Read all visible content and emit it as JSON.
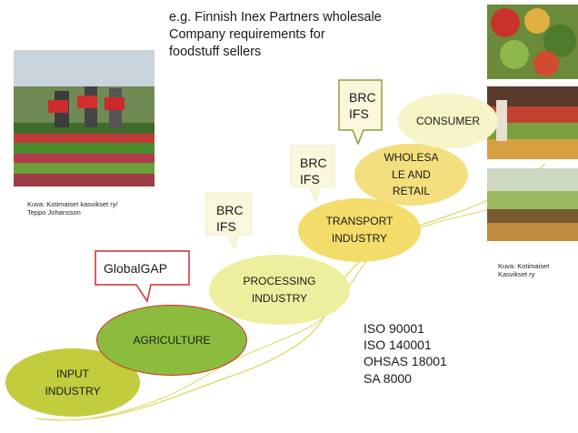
{
  "header": {
    "note": "e.g. Finnish Inex Partners wholesale\nCompany requirements for\nfoodstuff sellers"
  },
  "captions": {
    "left_photo": "Kuva: Kotimaiset kasvikset ry/\nTeppo Johansson",
    "right_photos": "Kuva: Kotimaiset\nKasvikset ry"
  },
  "chain": [
    {
      "id": "input",
      "label": "INPUT\nINDUSTRY",
      "fill": "#c2cc3c"
    },
    {
      "id": "agriculture",
      "label": "AGRICULTURE",
      "fill": "#8cbc3e",
      "border": "#d12a2a"
    },
    {
      "id": "processing",
      "label": "PROCESSING\nINDUSTRY",
      "fill": "#eeef9e"
    },
    {
      "id": "transport",
      "label": "TRANSPORT\nINDUSTRY",
      "fill": "#f3dc6a"
    },
    {
      "id": "wholesale",
      "label": "WHOLESA\nLE AND\nRETAIL",
      "fill": "#f3df7e"
    },
    {
      "id": "consumer",
      "label": "CONSUMER",
      "fill": "#f6f3c6"
    }
  ],
  "standards": {
    "globalgap": "GlobalGAP",
    "brc_processing": "BRC\nIFS",
    "brc_transport": "BRC\nIFS",
    "brc_consumer": "BRC\nIFS",
    "iso_list": "ISO 90001\nISO 140001\nOHSAS 18001\nSA 8000"
  },
  "colors": {
    "curve": "#d9d85a",
    "globalgap_border": "#d12a2a",
    "brc_border": "#7a8a1a",
    "brc_fill": "#fbf7dc"
  },
  "images": [
    {
      "name": "farm-field-photo",
      "subject": "workers carrying crates across lettuce field"
    },
    {
      "name": "vegetables-photo",
      "subject": "fresh vegetables"
    },
    {
      "name": "market-stall-photo",
      "subject": "produce market stall"
    },
    {
      "name": "grocery-shelf-photo",
      "subject": "grocery produce shelves"
    }
  ]
}
